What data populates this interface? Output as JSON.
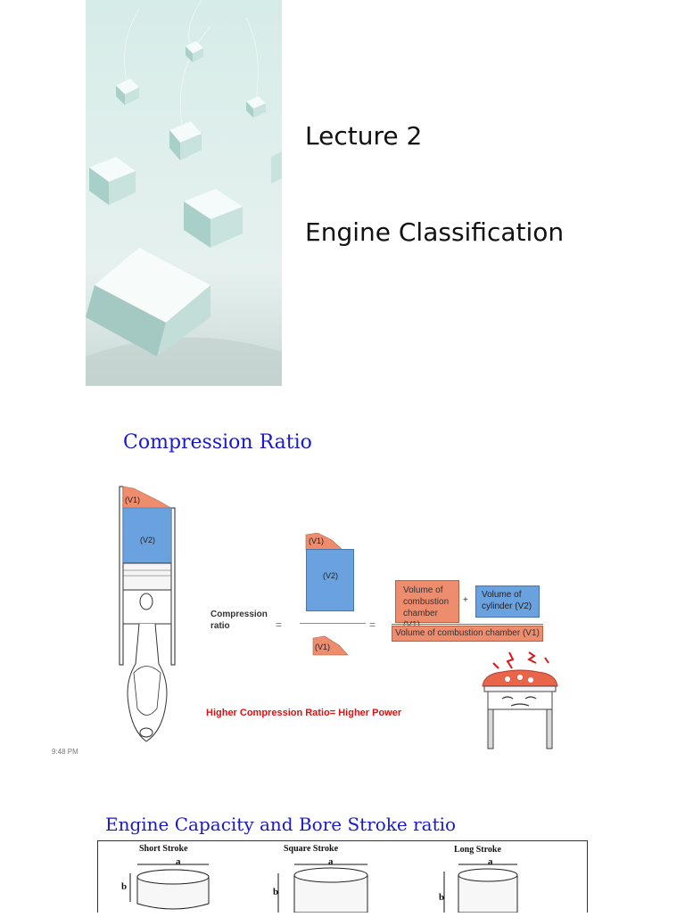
{
  "slide1": {
    "title": "Lecture 2",
    "subtitle": "Engine Classification"
  },
  "slide2": {
    "heading": "Compression Ratio",
    "timestamp": "9:48 PM",
    "piston_labels": {
      "v1": "(V1)",
      "v2": "(V2)"
    },
    "equation": {
      "label_line1": "Compression",
      "label_line2": "ratio",
      "equals": "=",
      "numerator_v1": "(V1)",
      "numerator_v2": "(V2)",
      "denominator_v1": "(V1)",
      "combustion_chamber_line1": "Volume of",
      "combustion_chamber_line2": "combustion",
      "combustion_chamber_line3": "chamber (V1)",
      "plus": "+",
      "cylinder_line1": "Volume of",
      "cylinder_line2": "cylinder (V2)",
      "denominator_text": "Volume of combustion chamber (V1)"
    },
    "caption": "Higher Compression Ratio= Higher Power",
    "colors": {
      "combustion": "#ee8c6e",
      "cylinder": "#6aa2e0",
      "heading": "#1a1acc",
      "caption": "#dd1111"
    }
  },
  "slide3": {
    "heading": "Engine Capacity and Bore Stroke ratio",
    "strokes": [
      {
        "label": "Short Stroke",
        "bore": "a",
        "stroke": "b"
      },
      {
        "label": "Square Stroke",
        "bore": "a",
        "stroke": "b"
      },
      {
        "label": "Long Stroke",
        "bore": "a",
        "stroke": "b"
      }
    ]
  }
}
